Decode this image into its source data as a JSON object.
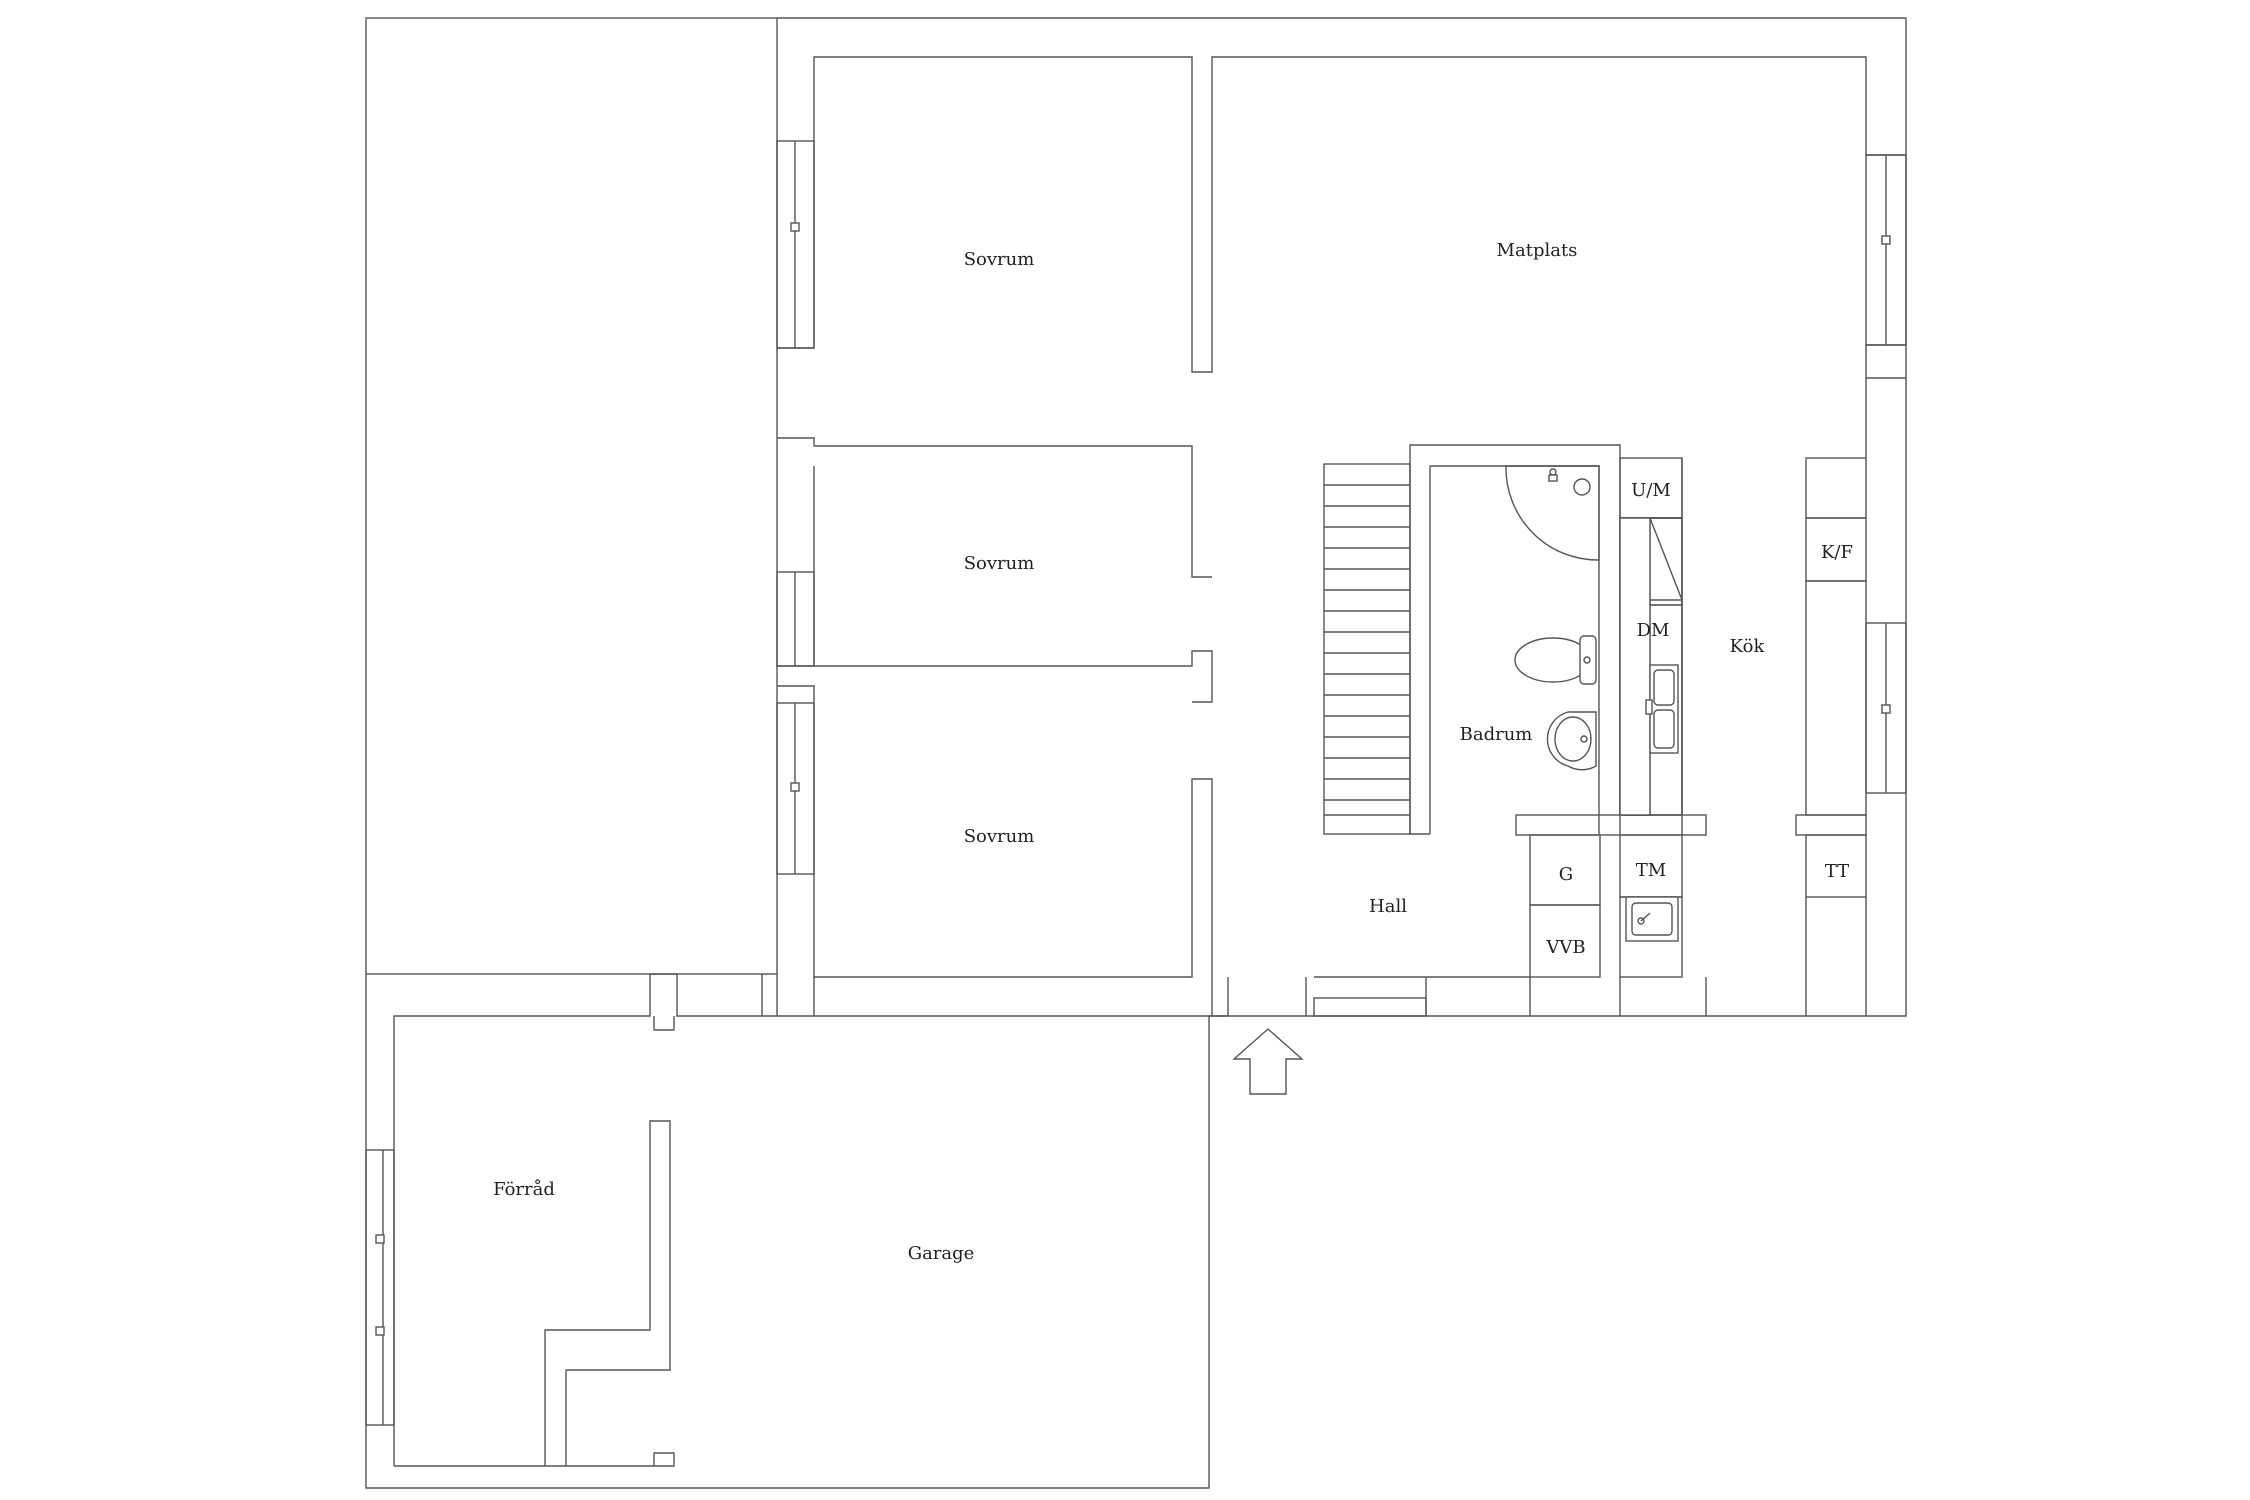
{
  "plan": {
    "rooms": {
      "sovrum_1": "Sovrum",
      "sovrum_2": "Sovrum",
      "sovrum_3": "Sovrum",
      "matplats": "Matplats",
      "kok": "Kök",
      "badrum": "Badrum",
      "hall": "Hall",
      "forrad": "Förråd",
      "garage": "Garage"
    },
    "fixtures": {
      "um": "U/M",
      "kf": "K/F",
      "dm": "DM",
      "g": "G",
      "tm": "TM",
      "vvb": "VVB",
      "tt": "TT"
    }
  },
  "icons": {
    "entrance": "entrance-arrow-icon",
    "toilet": "toilet-icon",
    "washbasin": "washbasin-icon",
    "shower": "shower-icon",
    "sink": "kitchen-sink-icon",
    "laundry_sink": "laundry-sink-icon",
    "stairs": "stairs-icon"
  },
  "colors": {
    "line": "#555555",
    "background": "#ffffff",
    "text": "#222222"
  }
}
